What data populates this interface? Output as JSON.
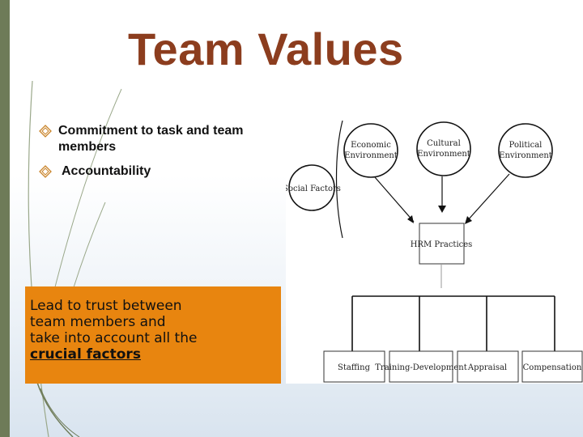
{
  "slide": {
    "title": "Team Values",
    "title_color": "#8c3d1e",
    "accent_bar_color": "#6e7b58",
    "bullet_icon": "diamond-arrow-bullet-icon",
    "bullets": [
      {
        "line1": "Commitment to task and team",
        "line2": "members"
      },
      {
        "line1": "Accountability"
      }
    ],
    "callout": {
      "background": "#e8850f",
      "line1": "Lead to trust between",
      "line2": "team members and",
      "line3": "take into account all the",
      "emphasis": "crucial factors"
    }
  },
  "diagram": {
    "circles": {
      "social": {
        "line1": "Social Factors"
      },
      "economic": {
        "line1": "Economic",
        "line2": "Environment"
      },
      "cultural": {
        "line1": "Cultural",
        "line2": "Environment"
      },
      "political": {
        "line1": "Political",
        "line2": "Environment"
      }
    },
    "center_box": "HRM Practices",
    "bottom_boxes": {
      "staffing": "Staffing",
      "training": "Training-Development",
      "appraisal": "Appraisal",
      "compensation": "Compensation"
    }
  }
}
